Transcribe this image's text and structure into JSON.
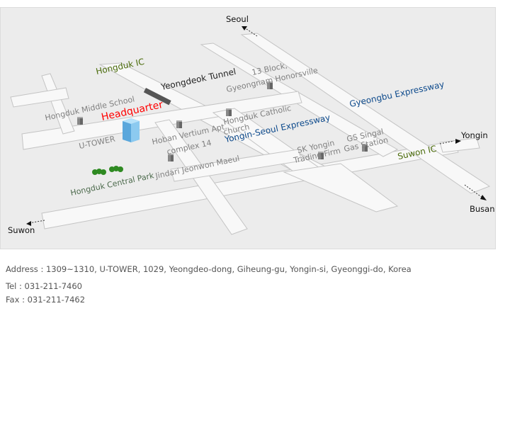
{
  "map": {
    "cities": {
      "seoul": "Seoul",
      "yongin": "Yongin",
      "busan": "Busan",
      "suwon": "Suwon"
    },
    "interchanges": {
      "hongduk_ic": "Hongduk IC",
      "suwon_ic": "Suwon IC"
    },
    "expressways": {
      "gyeongbu": "Gyeongbu Expressway",
      "yongin_seoul": "Yongin-Seoul Expressway"
    },
    "tunnel": "Yeongdeok Tunnel",
    "headquarter": "Headquarter",
    "building": "U-TOWER",
    "landmarks": {
      "middle_school": "Hongduk Middle School",
      "block13_line1": "13 Block,",
      "block13_line2": "Gyeongnam Honorsville",
      "catholic_line1": "Hongduk Catholic",
      "catholic_line2": "church",
      "hoban_line1": "Hoban Vertium Apt.",
      "hoban_line2": "complex 14",
      "jindari": "Jindari Jeonwon Maeul",
      "park": "Hongduk Central Park",
      "sk_line1": "SK Yongin",
      "sk_line2": "Trading Firm",
      "gs_line1": "GS Singal",
      "gs_line2": "Gas Station"
    }
  },
  "contact": {
    "address": "Address : 1309~1310, U-TOWER, 1029, Yeongdeo-dong, Giheung-gu, Yongin-si, Gyeonggi-do, Korea",
    "tel": "Tel : 031-211-7460",
    "fax": "Fax : 031-211-7462"
  }
}
